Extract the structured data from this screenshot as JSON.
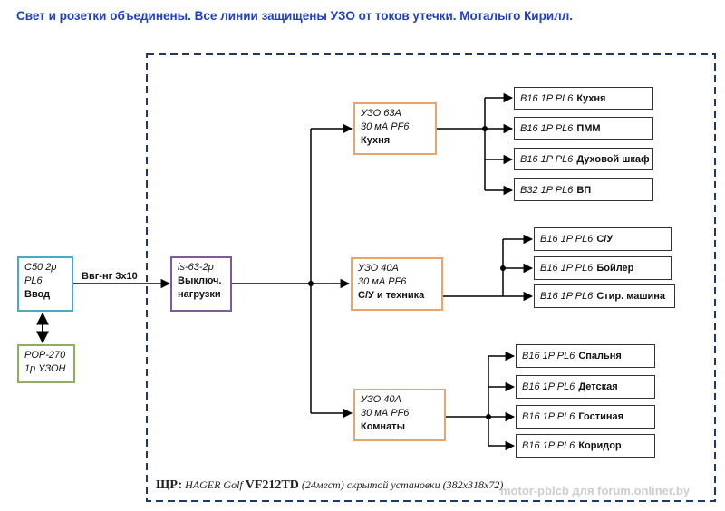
{
  "title": "Свет и розетки объединены. Все линии защищены УЗО от токов утечки. Моталыго Кирилл.",
  "input": {
    "line1": "C50 2p",
    "line2": "PL6",
    "line3": "Ввод"
  },
  "surge": {
    "line1": "POP-270",
    "line2": "1р УЗОН"
  },
  "cable_label": "Ввг-нг 3х10",
  "main_switch": {
    "line1": "is-63-2p",
    "line2": "Выключ.",
    "line3": "нагрузки"
  },
  "groups": [
    {
      "line1": "УЗО 63А",
      "line2": "30 мА PF6",
      "line3": "Кухня",
      "branches": [
        {
          "spec": "B16 1P PL6",
          "name": "Кухня"
        },
        {
          "spec": "B16 1P PL6",
          "name": "ПММ"
        },
        {
          "spec": "B16 1P PL6",
          "name": "Духовой шкаф"
        },
        {
          "spec": "B32 1P PL6",
          "name": "ВП"
        }
      ]
    },
    {
      "line1": "УЗО 40А",
      "line2": "30 мА PF6",
      "line3": "С/У и техника",
      "branches": [
        {
          "spec": "B16 1P PL6",
          "name": "С/У"
        },
        {
          "spec": "B16 1P PL6",
          "name": "Бойлер"
        },
        {
          "spec": "B16 1P PL6",
          "name": "Стир. машина"
        }
      ]
    },
    {
      "line1": "УЗО 40А",
      "line2": "30 мА PF6",
      "line3": "Комнаты",
      "branches": [
        {
          "spec": "B16 1P PL6",
          "name": "Спальня"
        },
        {
          "spec": "B16 1P PL6",
          "name": "Детская"
        },
        {
          "spec": "B16 1P PL6",
          "name": "Гостиная"
        },
        {
          "spec": "B16 1P PL6",
          "name": "Коридор"
        }
      ]
    }
  ],
  "footer": {
    "label": "ЩР:",
    "brand": "HAGER Golf",
    "model": "VF212TD",
    "details": "(24мест) скрытой установки (382х318х72)"
  },
  "watermark": "motor-pblcb для forum.onliner.by",
  "colors": {
    "title": "#1f3fbf",
    "input_border": "#4aa8c8",
    "surge_border": "#8db05b",
    "main_switch_border": "#7b5a9e",
    "rcd_border": "#e8a56a",
    "panel_border": "#1f3864"
  }
}
